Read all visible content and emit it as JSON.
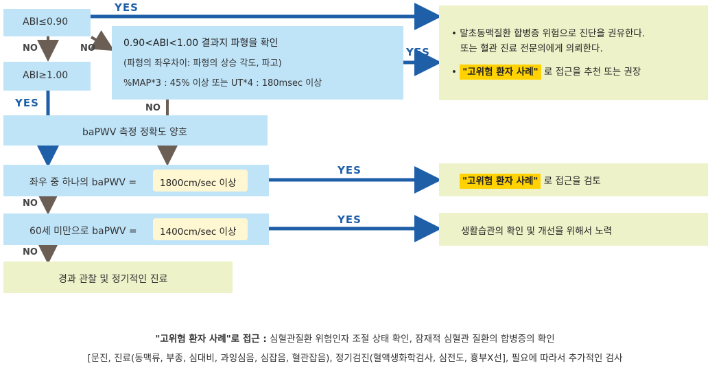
{
  "flow": {
    "abi_le": "ABI≤0.90",
    "abi_ge": "ABI≥1.00",
    "mid_line1": "0.90<ABI<1.00 결과지 파형을 확인",
    "mid_line2": "(파형의 좌우차이: 파형의 상승 각도, 파고)",
    "mid_line3": "%MAP*3 : 45% 이상 또는 UT*4 : 180msec 이상",
    "good": "baPWV 측정 정확도 양호",
    "cond1_label": "좌우 중 하나의 baPWV  =",
    "cond1_value": "1800cm/sec 이상",
    "cond2_label": "60세 미만으로 baPWV  =",
    "cond2_value": "1400cm/sec 이상",
    "observe": "경과 관찰 및 정기적인 진료",
    "yes": "YES",
    "no": "NO"
  },
  "results": {
    "top_bullet1_line1": "말초동맥질환 합병증 위험으로 진단을 권유한다.",
    "top_bullet1_line2": "또는 혈관 진료 전문의에게 의뢰한다.",
    "top_bullet2_highlight": "\"고위험 환자 사례\"",
    "top_bullet2_rest": "로 접근을 추천 또는 권장",
    "mid_highlight": "\"고위험 환자 사례\"",
    "mid_rest": "로 접근을 검토",
    "bottom": "생활습관의 확인 및 개선을 위해서 노력"
  },
  "footnote": {
    "bold": "\"고위험 환자 사례\"로 접근 :",
    "line1": " 심혈관질환 위험인자 조절 상태 확인, 잠재적 심혈관 질환의 합병증의 확인",
    "line2": "[문진, 진료(동맥류, 부종, 심대비, 과잉심음, 심잡음, 혈관잡음), 정기검진(혈액생화학검사, 심전도, 흉부X선], 필요에 따라서 추가적인 검사"
  },
  "colors": {
    "blue_box": "#bfe3f7",
    "green_box": "#eef2c9",
    "arrow_blue": "#1f5fa8",
    "arrow_gray": "#6b5e55",
    "highlight": "#ffd200"
  }
}
